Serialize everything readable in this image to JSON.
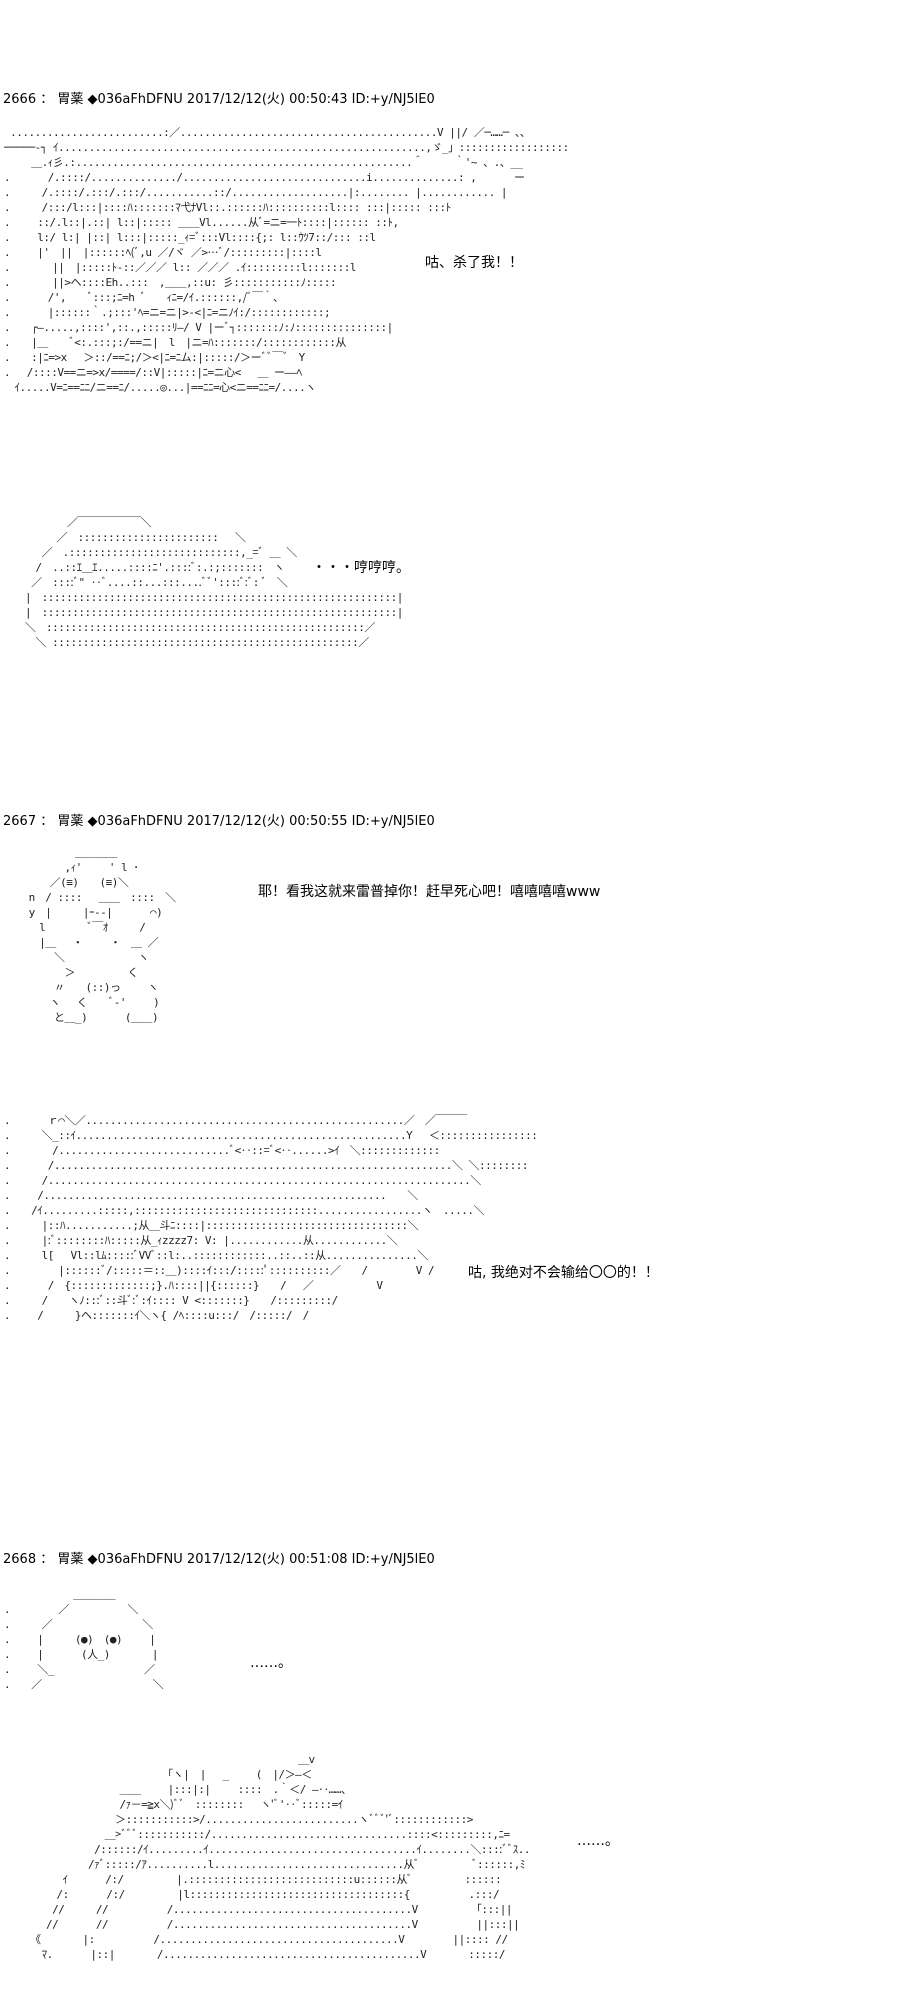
{
  "posts": [
    {
      "number": "2666",
      "separator": "：",
      "name": "胃薬",
      "trip": "◆036aFhDFNU",
      "date": "2017/12/12(火) 00:50:43",
      "id": "ID:+y/NJ5lE0",
      "lines": [
        "咕、杀了我！！",
        "・・・哼哼哼。"
      ]
    },
    {
      "number": "2667",
      "separator": "：",
      "name": "胃薬",
      "trip": "◆036aFhDFNU",
      "date": "2017/12/12(火) 00:50:55",
      "id": "ID:+y/NJ5lE0",
      "lines": [
        "耶！看我这就来雷普掉你！赶早死心吧！嘻嘻嘻嘻www",
        "咕, 我绝对不会输给〇〇的！！"
      ]
    },
    {
      "number": "2668",
      "separator": "：",
      "name": "胃薬",
      "trip": "◆036aFhDFNU",
      "date": "2017/12/12(火) 00:51:08",
      "id": "ID:+y/NJ5lE0",
      "lines": [
        "……。",
        "……。"
      ]
    }
  ]
}
